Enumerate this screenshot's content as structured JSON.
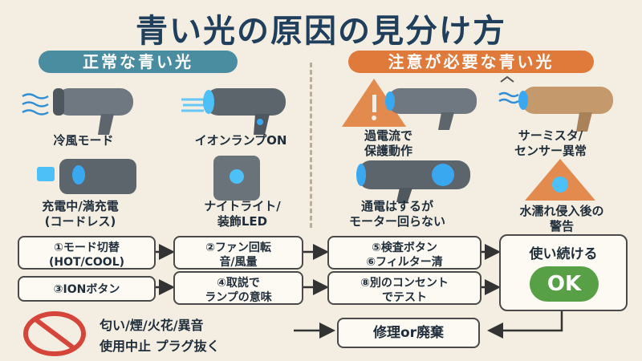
{
  "title": "青い光の原因の見分け方",
  "sections": {
    "normal_label": "正常な青い光",
    "warning_label": "注意が必要な青い光"
  },
  "normal_items": [
    {
      "caption": "冷風モード"
    },
    {
      "caption": "イオンランプON"
    },
    {
      "caption_1": "充電中/満充電",
      "caption_2": "(コードレス)"
    },
    {
      "caption_1": "ナイトライト/",
      "caption_2": "装飾LED"
    }
  ],
  "warning_items": [
    {
      "caption_1": "過電流で",
      "caption_2": "保護動作"
    },
    {
      "caption_1": "サーミスタ/",
      "caption_2": "センサー異常"
    },
    {
      "caption_1": "通電はするが",
      "caption_2": "モーター回らない"
    },
    {
      "caption_1": "水濡れ侵入後の",
      "caption_2": "警告"
    }
  ],
  "steps": {
    "s1": {
      "line1": "①モード切替",
      "line2": "(HOT/COOL)"
    },
    "s2": {
      "line1": "②ファン回転",
      "line2": "音/風量"
    },
    "s3": {
      "line1": "③IONボタン"
    },
    "s4": {
      "line1": "④取説で",
      "line2": "ランプの意味"
    },
    "s5": {
      "line1": "⑤検査ボタン",
      "line2": "⑥フィルター清"
    },
    "s8": {
      "line1": "⑧別のコンセント",
      "line2": "でテスト"
    }
  },
  "outcomes": {
    "continue_label": "使い続ける",
    "ok_label": "OK",
    "repair_label": "修理or廃棄"
  },
  "stop_block": {
    "line1": "匂い/煙/火花/異音",
    "line2": "使用中止 プラグ抜く"
  },
  "colors": {
    "teal": "#4a8da0",
    "orange": "#e07a3a",
    "ok_green": "#58a046",
    "glow_blue": "#3aa8f0",
    "stop_red": "#d6453a"
  }
}
